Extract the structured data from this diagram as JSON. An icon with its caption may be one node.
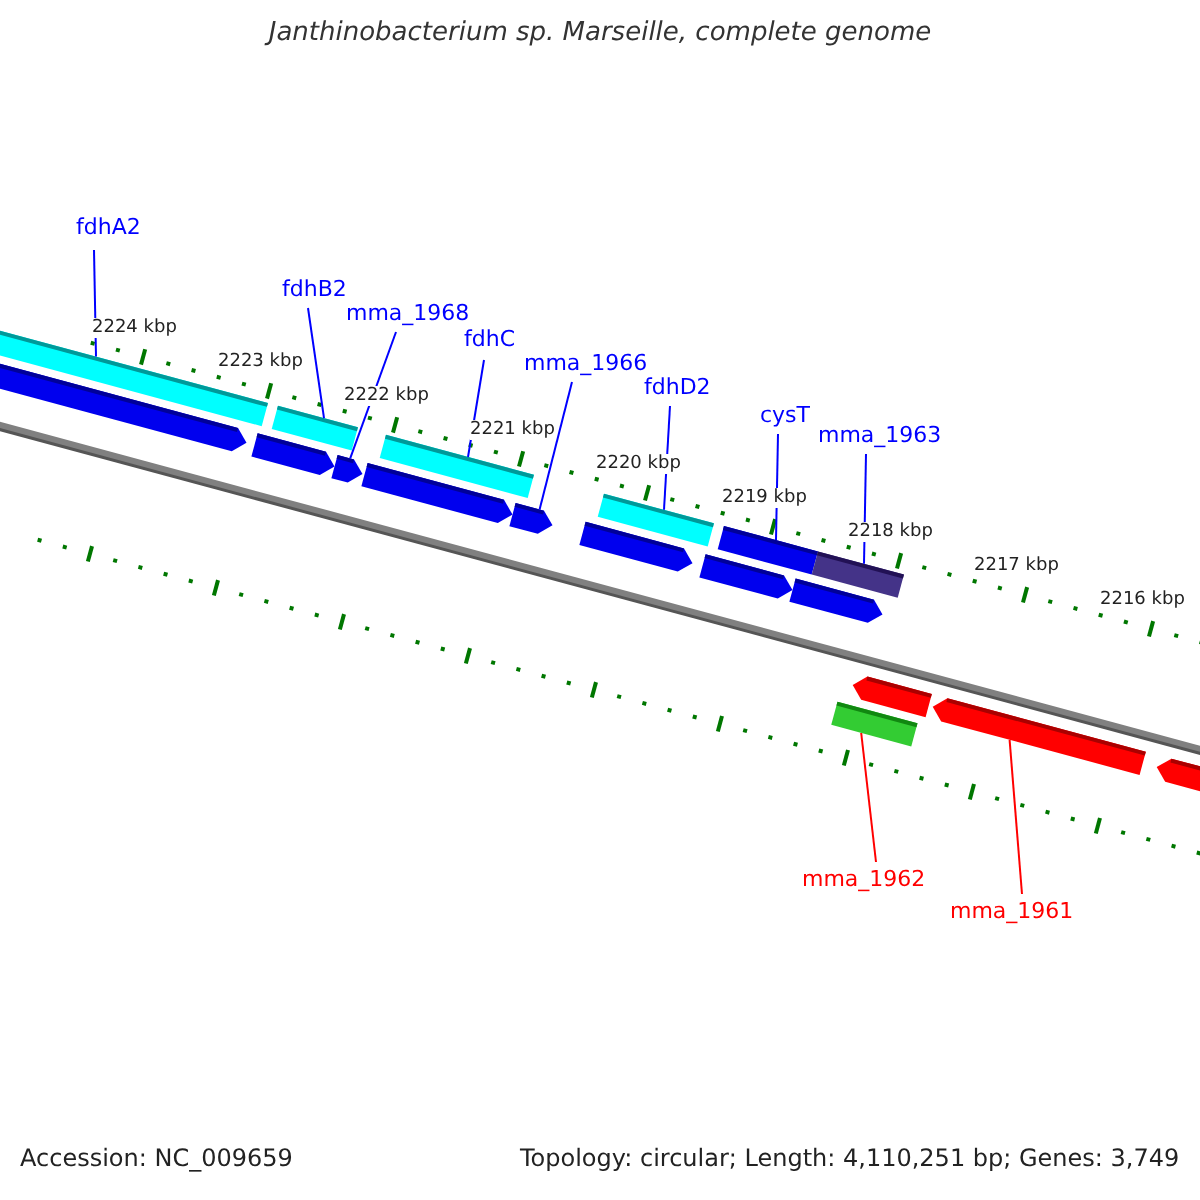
{
  "diagram": {
    "title": "Janthinobacterium sp. Marseille, complete genome",
    "nodes": [
      {
        "text": [
          "fdhA2"
        ]
      },
      {
        "text": [
          "fdhB2"
        ]
      },
      {
        "text": [
          "mma_1968"
        ]
      },
      {
        "text": [
          "fdhC"
        ]
      },
      {
        "text": [
          "mma_1966"
        ]
      },
      {
        "text": [
          "fdhD2"
        ]
      },
      {
        "text": [
          "cysT"
        ]
      },
      {
        "text": [
          "mma_1963"
        ]
      },
      {
        "text": [
          "mma_1962"
        ]
      },
      {
        "text": [
          "mma_1961"
        ]
      },
      {
        "text": [],
        "shape": "bar"
      },
      {
        "text": [],
        "shape": "pentagon"
      },
      {
        "text": [],
        "shape": "pentagon"
      },
      {
        "text": [],
        "shape": "bar"
      },
      {
        "text": [],
        "shape": "pentagon"
      },
      {
        "text": [],
        "shape": "pentagon"
      },
      {
        "text": [],
        "shape": "bar"
      },
      {
        "text": [],
        "shape": "pentagon"
      },
      {
        "text": [],
        "shape": "pentagon"
      },
      {
        "text": [],
        "shape": "bar"
      },
      {
        "text": [],
        "shape": "pentagon"
      },
      {
        "text": [],
        "shape": "bar"
      },
      {
        "text": [],
        "shape": "pentagon"
      },
      {
        "text": [],
        "shape": "bar"
      },
      {
        "text": [],
        "shape": "bar"
      },
      {
        "text": [],
        "shape": "pentagon"
      },
      {
        "text": [],
        "shape": "pentagon"
      },
      {
        "text": [],
        "shape": "pentagon"
      }
    ],
    "edges": [
      {
        "from": 0,
        "to": 10,
        "arrow": "none"
      },
      {
        "from": 1,
        "to": 13,
        "arrow": "none"
      },
      {
        "from": 2,
        "to": 14,
        "arrow": "none"
      },
      {
        "from": 3,
        "to": 16,
        "arrow": "none"
      },
      {
        "from": 4,
        "to": 17,
        "arrow": "none"
      },
      {
        "from": 5,
        "to": 19,
        "arrow": "none"
      },
      {
        "from": 6,
        "to": 21,
        "arrow": "none"
      },
      {
        "from": 7,
        "to": 23,
        "arrow": "none"
      },
      {
        "from": 8,
        "to": 24,
        "arrow": "none",
        "color": "#ff0000"
      },
      {
        "from": 9,
        "to": 26,
        "arrow": "none",
        "color": "#ff0000"
      }
    ],
    "labels": [
      "2224 kbp",
      "2223 kbp",
      "2222 kbp",
      "2221 kbp",
      "2220 kbp",
      "2219 kbp",
      "2218 kbp",
      "2217 kbp",
      "2216 kbp",
      "Accession: NC_009659",
      "Topology: circular; Length: 4,110,251 bp; Genes: 3,749"
    ]
  }
}
